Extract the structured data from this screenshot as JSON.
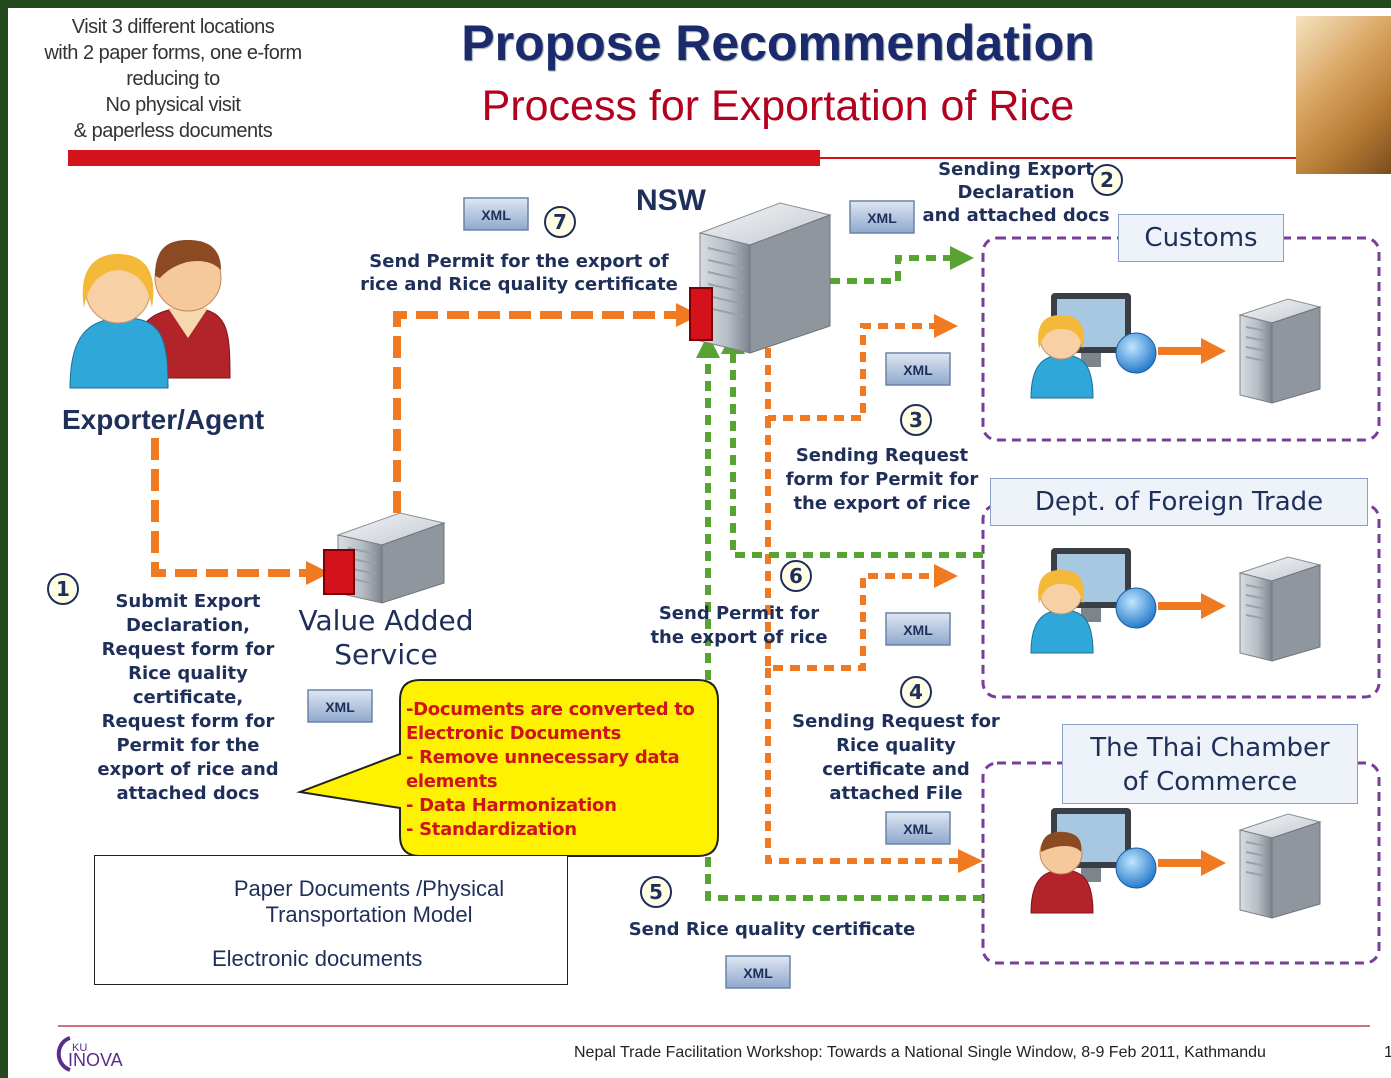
{
  "header": {
    "note_lines": [
      "Visit 3 different locations",
      "with 2 paper forms, one e-form",
      "reducing to",
      "No physical visit",
      "& paperless documents"
    ],
    "title": "Propose Recommendation",
    "subtitle": "Process for Exportation of Rice"
  },
  "nodes": {
    "nsw": "NSW",
    "exporter": "Exporter/Agent",
    "vas_lines": [
      "Value Added",
      "Service"
    ]
  },
  "agencies": {
    "customs": "Customs",
    "dft": "Dept. of Foreign Trade",
    "thai_chamber_lines": [
      "The Thai Chamber",
      "of Commerce"
    ]
  },
  "steps": {
    "s1": {
      "num": "1",
      "lines": [
        "Submit Export",
        "Declaration,",
        "Request form for",
        "Rice quality",
        "certificate,",
        "Request form for",
        "Permit for the",
        "export of rice and",
        "attached docs"
      ]
    },
    "s2": {
      "num": "2",
      "lines": [
        "Sending Export",
        "Declaration",
        "and attached docs"
      ]
    },
    "s3": {
      "num": "3",
      "lines": [
        "Sending Request",
        "form for Permit for",
        "the export of rice"
      ]
    },
    "s4": {
      "num": "4",
      "lines": [
        "Sending Request for",
        "Rice quality",
        "certificate and",
        "attached File"
      ]
    },
    "s5": {
      "num": "5",
      "lines": [
        "Send Rice quality certificate"
      ]
    },
    "s6": {
      "num": "6",
      "lines": [
        "Send Permit for",
        "the export of rice"
      ]
    },
    "s7": {
      "num": "7",
      "lines": [
        "Send Permit for the export of",
        "rice and Rice quality certificate"
      ]
    }
  },
  "xml_label": "XML",
  "callout_lines": [
    "-Documents are converted to",
    "Electronic Documents",
    "- Remove unnecessary data",
    "elements",
    "- Data Harmonization",
    "- Standardization"
  ],
  "legend": {
    "paper": [
      "Paper Documents /Physical",
      "Transportation Model"
    ],
    "electronic": "Electronic documents"
  },
  "footer": {
    "logo_text": "KU INOVA",
    "text": "Nepal Trade Facilitation Workshop:  Towards a National Single Window, 8-9 Feb 2011,  Kathmandu",
    "page": "1"
  },
  "colors": {
    "paper_flow": "#f07a22",
    "electronic_flow": "#59a332",
    "agency_border": "#7a3d9c",
    "title": "#1a2a6c",
    "subtitle": "#b3001e"
  }
}
